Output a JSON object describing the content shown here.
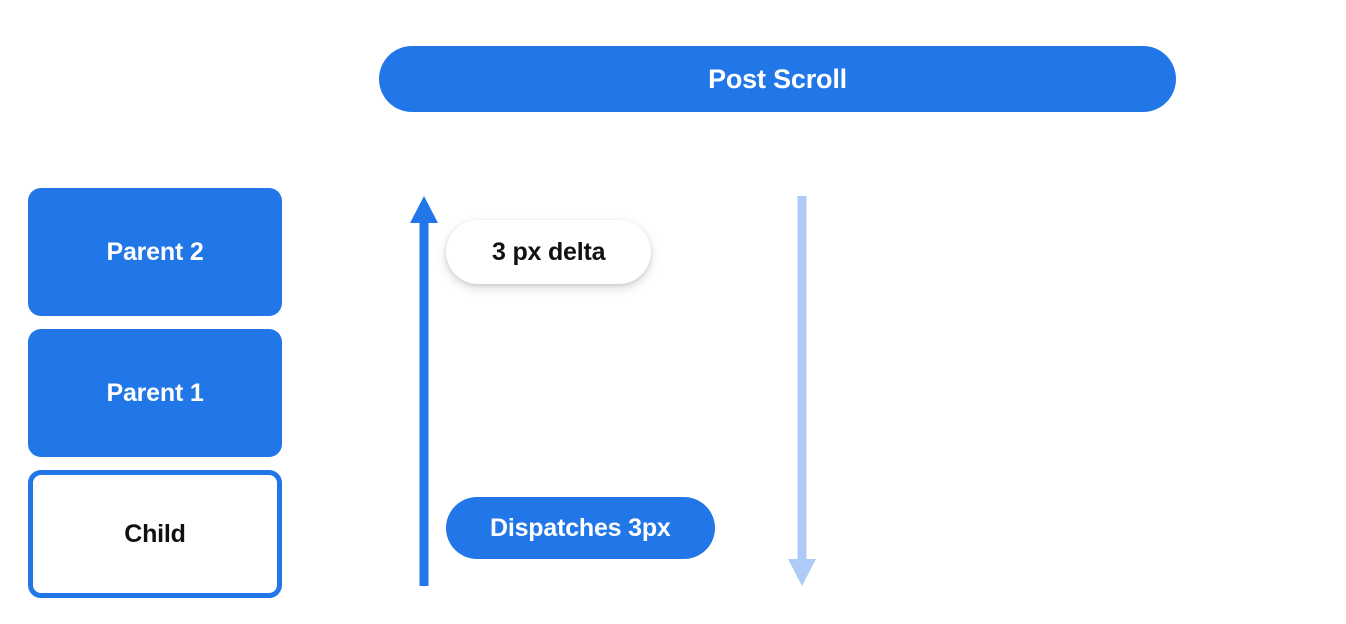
{
  "header": {
    "title": "Post Scroll",
    "color": "#2176e8",
    "text_color": "#ffffff"
  },
  "colors": {
    "primary_blue": "#2176e8",
    "light_blue": "#aecbf7",
    "white": "#ffffff",
    "text_dark": "#111111"
  },
  "node_stack": {
    "items": [
      {
        "label": "Parent 2",
        "style": "filled"
      },
      {
        "label": "Parent 1",
        "style": "filled"
      },
      {
        "label": "Child",
        "style": "outlined"
      }
    ]
  },
  "flow": {
    "up_arrow": {
      "name": "scroll-up-arrow",
      "direction": "up",
      "color": "#2176e8"
    },
    "down_arrow": {
      "name": "scroll-down-arrow",
      "direction": "down",
      "color": "#aecbf7"
    },
    "delta_pill": {
      "label": "3 px delta"
    },
    "dispatch_pill": {
      "label": "Dispatches 3px"
    }
  }
}
